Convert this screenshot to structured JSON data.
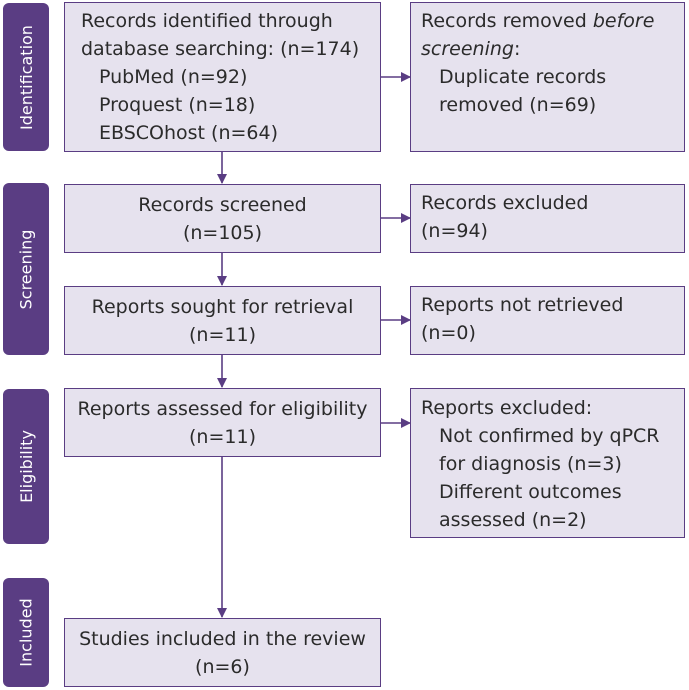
{
  "phases": {
    "identification": "Identification",
    "screening": "Screening",
    "eligibility": "Eligibility",
    "included": "Included"
  },
  "identified": {
    "line1": "Records identified through",
    "line2": "database searching: (n=174)",
    "pubmed": "PubMed (n=92)",
    "proquest": "Proquest (n=18)",
    "ebsco": "EBSCOhost (n=64)"
  },
  "removed": {
    "line1_a": "Records removed ",
    "line1_b": "before",
    "line2_a": "screening",
    "line2_b": ":",
    "line3": "Duplicate records",
    "line4": "removed (n=69)"
  },
  "screened": {
    "label": "Records screened",
    "count": "(n=105)"
  },
  "excluded": {
    "label": "Records excluded",
    "count": "(n=94)"
  },
  "sought": {
    "label": "Reports sought for retrieval",
    "count": "(n=11)"
  },
  "not_retrieved": {
    "label": "Reports not retrieved",
    "count": "(n=0)"
  },
  "assessed": {
    "label": "Reports assessed for eligibility",
    "count": "(n=11)"
  },
  "reports_excluded": {
    "label": "Reports excluded:",
    "r1a": "Not confirmed by qPCR",
    "r1b": "for diagnosis (n=3)",
    "r2a": "Different outcomes",
    "r2b": "assessed (n=2)"
  },
  "included": {
    "label": "Studies included in the review",
    "count": "(n=6)"
  },
  "colors": {
    "accent": "#5a3d83",
    "box_fill": "#e6e2ee"
  }
}
